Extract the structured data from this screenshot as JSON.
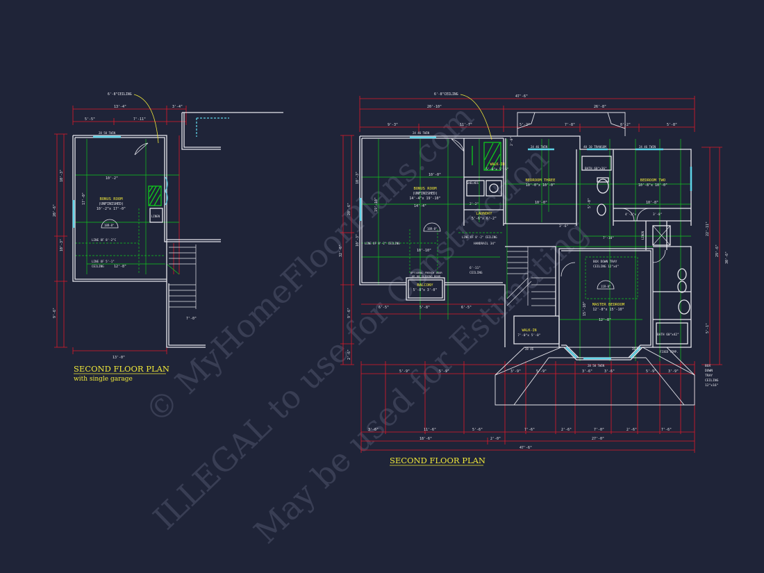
{
  "colors": {
    "background": "#1f2438",
    "wall": "#e8e8ee",
    "dimension": "#e0182a",
    "grid": "#10c81e",
    "label": "#f2ea3a",
    "cyan": "#5fd4e8",
    "watermark": "#3d4258"
  },
  "watermark": {
    "line1": "© MyHomeFloorPlans.com",
    "line2": "ILLEGAL to use for Construction",
    "line3": "May be used for Estimating"
  },
  "left_plan": {
    "title": "SECOND FLOOR PLAN",
    "subtitle": "with single garage",
    "ceiling_note": "6'-8\"CEILING",
    "room_name": "BONUS ROOM",
    "room_type": "(UNFINISHED)",
    "room_size": "10'-2\"x 17'-0\"",
    "linen": "LINEN",
    "dims_top": [
      "13'-4\"",
      "3'-4\"",
      "5'-5\"",
      "7'-11\""
    ],
    "dims_left": [
      "10'-3\"",
      "20'-6\"",
      "10'-3\"",
      "9'-6\""
    ],
    "dims_bottom": [
      "13'-0\""
    ],
    "inner_dims": [
      "10'-2\"",
      "12'-8\"",
      "7'-0\"",
      "17'-0\""
    ],
    "window": "28 50 TWIN",
    "ceiling_line_1": "LINE OF 8'-2\"C",
    "ceiling_line_2": "LINE OF 5'-1\"",
    "ceiling_word": "CEILING",
    "arc_label": "18R-8\""
  },
  "right_plan": {
    "title": "SECOND FLOOR PLAN",
    "ceiling_note": "6'-8\"CEILING",
    "rooms": {
      "bonus_name": "BONUS ROOM",
      "bonus_type": "(UNFINISHED)",
      "bonus_size": "14'-4\"x 19'-10\"",
      "walkin1_name": "WALK-IN",
      "walkin1_size": "5'-0\"x 5'-6\"",
      "bed3_name": "BEDROOM THREE",
      "bed3_size": "10'-0\"x 10'-0\"",
      "bed2_name": "BEDROOM TWO",
      "bed2_size": "10'-8\"x 10'-0\"",
      "laundry_name": "LAUNDRY",
      "laundry_size": "5'-6\"x 6'-2\"",
      "master_name": "MASTER BEDROOM",
      "master_size": "12'-8\"x 15'-10\"",
      "walkin2_name": "WALK-IN",
      "walkin2_size": "7'-0\"x 5'-0\"",
      "balcony_name": "BALCONY",
      "balcony_size": "5'-8\"x 3'-0\"",
      "bath1": "BATH 60\"x36\"",
      "bath2": "BATH 60\"x42\"",
      "transom": "40 10 TRANSOM",
      "linen": "LINEN",
      "shelves": "SHELVES",
      "tray": "BOX DOWN TRAY",
      "tray_ceiling": "CEILING 12\"x4\"",
      "tray_side": [
        "BOX",
        "DOWN",
        "TRAY",
        "CEILING",
        "12\"x16\""
      ],
      "handrail": "HANDRAIL 34\"",
      "french_door": "OPTIONAL FRENCH DOOR",
      "sliding_door": "OR 60 SLIDING DOOR",
      "fixed_temp": "FIXED TEMP.",
      "line_ceiling_a": "LINE OF 8'-2\" CEILING",
      "line_ceiling_b": "LINE OF 8'-2\" CEILING",
      "ceiling_611": "6'-11\"",
      "ceiling_word": "CEILING",
      "arc_a": "18R-8\"",
      "arc_b": "11R-0\""
    },
    "windows": [
      "24 46 TWIN",
      "24 46 TWIN",
      "24 46 TWIN",
      "28 50 TWIN",
      "28 46",
      "28 46"
    ],
    "dims_top": [
      "47'-6\"",
      "20'-10\"",
      "26'-8\"",
      "9'-3\"",
      "11'-7\"",
      "5'-2\"",
      "7'-8\"",
      "8'-2\"",
      "5'-8\""
    ],
    "dims_bottom": [
      "11'-6\"",
      "7'-6\"",
      "2'-6\"",
      "7'-0\"",
      "2'-6\"",
      "7'-6\"",
      "3'-6\"",
      "5'-6\"",
      "18'-6\"",
      "2'-0\"",
      "27'-0\"",
      "47'-6\""
    ],
    "dims_lower": [
      "5'-9\"",
      "5'-9\"",
      "3'-9\"",
      "5'-9\"",
      "3'-6\"",
      "3'-6\"",
      "5'-9\"",
      "3'-9\""
    ],
    "dims_upper": [
      "6'-5\"",
      "5'-8\"",
      "6'-5\""
    ],
    "dims_left": [
      "20'-6\"",
      "32'-6\"",
      "10'-3\"",
      "10'-3\"",
      "9'-6\"",
      "2'-6\""
    ],
    "dims_right": [
      "22'-11\"",
      "29'-6\"",
      "30'-6\"",
      "5'-1\""
    ],
    "inner_dims": [
      "10'-10\"",
      "10'-0\"",
      "10'-8\"",
      "12'-8\"",
      "15'-10\"",
      "4'-2\"x",
      "3'-0\"",
      "7'-10\"",
      "14'-4\"",
      "10'-0\"",
      "19'-10\"",
      "5'-0\"",
      "2'-2\"",
      "3'-6\"",
      "2'-0\""
    ]
  }
}
